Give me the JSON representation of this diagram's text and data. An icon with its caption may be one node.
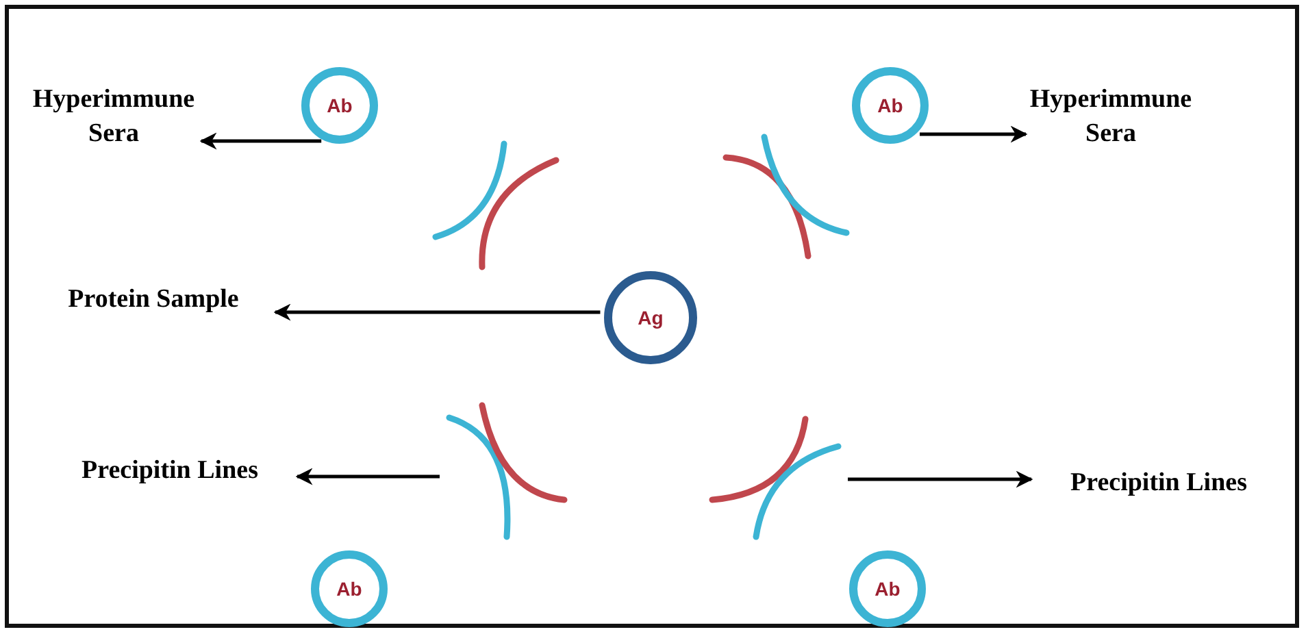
{
  "diagram": {
    "nodes": [
      {
        "text": [
          "Hyperimmune Sera"
        ]
      },
      {
        "text": [
          "Ab"
        ]
      },
      {
        "text": [
          "Ab"
        ]
      },
      {
        "text": [
          "Hyperimmune Sera"
        ]
      },
      {
        "text": [],
        "shape": "arc"
      },
      {
        "text": [],
        "shape": "arc"
      },
      {
        "text": [
          "Protein Sample"
        ]
      },
      {
        "text": [
          "Ag"
        ]
      },
      {
        "text": [
          "Precipitin Lines"
        ]
      },
      {
        "text": [],
        "shape": "arc"
      },
      {
        "text": [],
        "shape": "arc"
      },
      {
        "text": [
          "Precipitin Lines"
        ]
      },
      {
        "text": [
          "Ab"
        ]
      },
      {
        "text": [
          "Ab"
        ]
      }
    ],
    "edges": [
      {
        "from": 1,
        "to": 0,
        "arrow": "to"
      },
      {
        "from": 2,
        "to": 3,
        "arrow": "to"
      },
      {
        "from": 7,
        "to": 6,
        "arrow": "to"
      },
      {
        "from": 9,
        "to": 8,
        "arrow": "to"
      },
      {
        "from": 10,
        "to": 11,
        "arrow": "to"
      }
    ]
  }
}
